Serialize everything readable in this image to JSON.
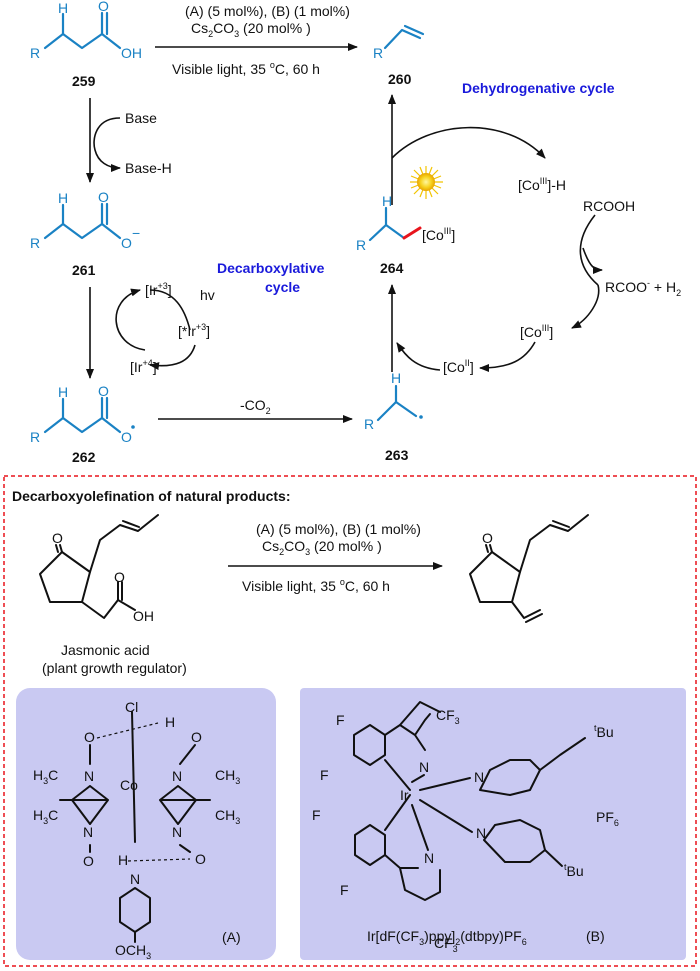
{
  "top_scheme": {
    "cond_line1": "(A) (5 mol%), (B) (1 mol%)",
    "cond_line2": "Cs2CO3 (20 mol% )",
    "cond_line3": "Visible light, 35 oC, 60 h",
    "label_259": "259",
    "label_260": "260",
    "label_261": "261",
    "label_262": "262",
    "label_263": "263",
    "label_264": "264",
    "base": "Base",
    "base_h": "Base-H",
    "co2_loss": "-CO2",
    "hv": "hv",
    "ir3": "[Ir+3]",
    "ir3_star": "[*Ir+3]",
    "ir4": "[Ir+4]",
    "co3_h": "[CoIII]-H",
    "rcooh": "RCOOH",
    "rcoo_h2": "RCOO- + H2",
    "co3": "[CoIII]",
    "co2_complex": "[CoII]",
    "co3_bound": "[CoIII]",
    "dehydro_cycle": "Dehydrogenative cycle",
    "decarbox_cycle_1": "Decarboxylative",
    "decarbox_cycle_2": "cycle",
    "R": "R",
    "H": "H",
    "OH": "OH",
    "O": "O"
  },
  "natural_products": {
    "heading": "Decarboxyolefination of natural products:",
    "cond_line1": "(A) (5 mol%), (B) (1 mol%)",
    "cond_line2": "Cs2CO3 (20 mol% )",
    "cond_line3": "Visible light, 35 oC, 60 h",
    "name_line1": "Jasmonic acid",
    "name_line2": "(plant growth regulator)",
    "O": "O",
    "OH": "OH"
  },
  "catalyst_A": {
    "Cl": "Cl",
    "H": "H",
    "O": "O",
    "N": "N",
    "Co": "Co",
    "H3C": "H3C",
    "CH3": "CH3",
    "OCH3": "OCH3",
    "label": "(A)"
  },
  "catalyst_B": {
    "CF3": "CF3",
    "tBu": "tBu",
    "F": "F",
    "N": "N",
    "Ir": "Ir",
    "PF6": "PF6",
    "formula": "Ir[dF(CF3)ppy]2(dtbpy)PF6",
    "label": "(B)"
  },
  "colors": {
    "substrate_blue": "#1a82c4",
    "cycle_label_blue": "#1a1adb",
    "new_bond_red": "#e8141c",
    "dashed_box_red": "#e8141c",
    "catalyst_panel": "#c9c9f2"
  }
}
